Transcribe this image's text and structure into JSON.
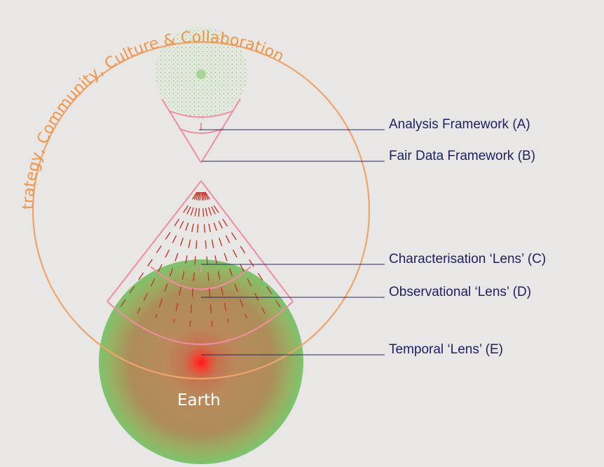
{
  "outer_ring": {
    "text": "Strategy, Community, Culture & Collaboration"
  },
  "labels": [
    {
      "id": "A",
      "text": "Analysis Framework (A)"
    },
    {
      "id": "B",
      "text": "Fair Data Framework (B)"
    },
    {
      "id": "C",
      "text": "Characterisation ‘Lens’ (C)"
    },
    {
      "id": "D",
      "text": "Observational ‘Lens’ (D)"
    },
    {
      "id": "E",
      "text": "Temporal ‘Lens’ (E)"
    }
  ],
  "earth": {
    "label": "Earth"
  },
  "colors": {
    "background": "#e8e7e5",
    "outer_ring": "#f0a46a",
    "ring_text": "#f0944a",
    "lens_lines": "#f28ca0",
    "dashes": "#c0392b",
    "leader_lines": "#26285e",
    "label_text": "#1e2163",
    "earth_green": "#7dc46e",
    "earth_brown": "#b98a5c",
    "earth_core": "#ff2a2a",
    "analysis_dots": "#8fcf7a"
  }
}
